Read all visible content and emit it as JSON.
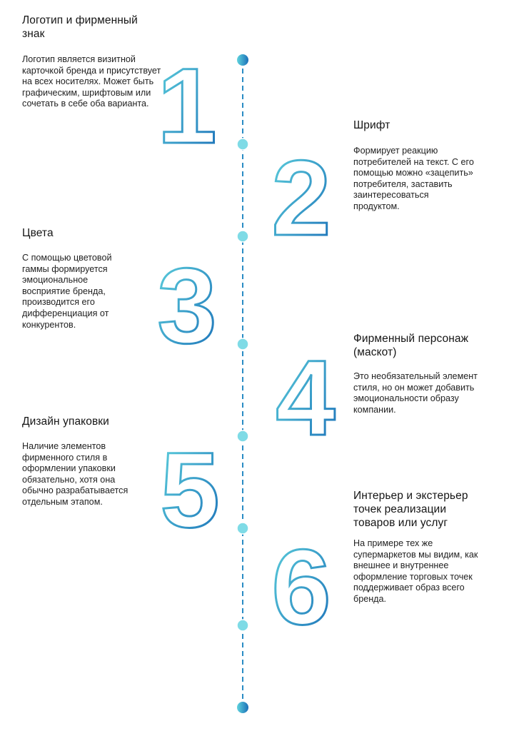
{
  "steps": [
    {
      "number": "1",
      "title": "Логотип и фирменный знак",
      "description": "Логотип является визитной карточкой бренда и присутствует на всех носителях. Может быть графическим, шрифтовым или сочетать в себе оба варианта."
    },
    {
      "number": "2",
      "title": "Шрифт",
      "description": "Формирует реакцию потребителей на текст. С его помощью можно «зацепить» потребителя, заставить заинтересоваться продуктом."
    },
    {
      "number": "3",
      "title": "Цвета",
      "description": "С помощью цветовой гаммы формируется эмоциональное восприятие бренда, производится его дифференциация от конкурентов."
    },
    {
      "number": "4",
      "title": "Фирменный персонаж (маскот)",
      "description": "Это необязательный элемент стиля, но он может добавить эмоциональности образу компании."
    },
    {
      "number": "5",
      "title": "Дизайн упаковки",
      "description": "Наличие элементов фирменного стиля в оформлении упаковки обязательно, хотя она обычно разрабатывается отдельным этапом."
    },
    {
      "number": "6",
      "title": "Интерьер и экстерьер точек реализации товаров или услуг",
      "description": "На примере тех же супермаркетов мы видим, как внешнее и внутреннее оформление торговых точек поддерживает образ всего бренда."
    }
  ],
  "colors": {
    "gradient_start": "#5fd3dd",
    "gradient_end": "#1a6fb8",
    "timeline": "#2a8cc4"
  }
}
